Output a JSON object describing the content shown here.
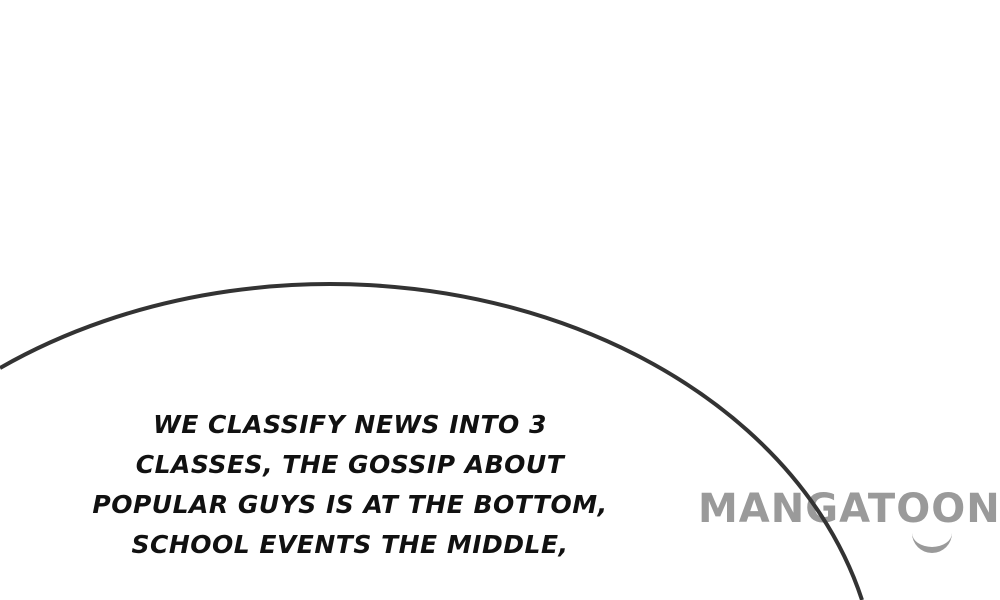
{
  "caption": {
    "lines": [
      "WE CLASSIFY NEWS INTO 3",
      "CLASSES, THE GOSSIP ABOUT",
      "POPULAR GUYS IS AT THE BOTTOM,",
      "SCHOOL EVENTS THE MIDDLE,"
    ]
  },
  "watermark": {
    "text": "MANGATOON"
  },
  "colors": {
    "outline": "#333333",
    "watermark": "#9a9a9a",
    "text": "#111111"
  }
}
